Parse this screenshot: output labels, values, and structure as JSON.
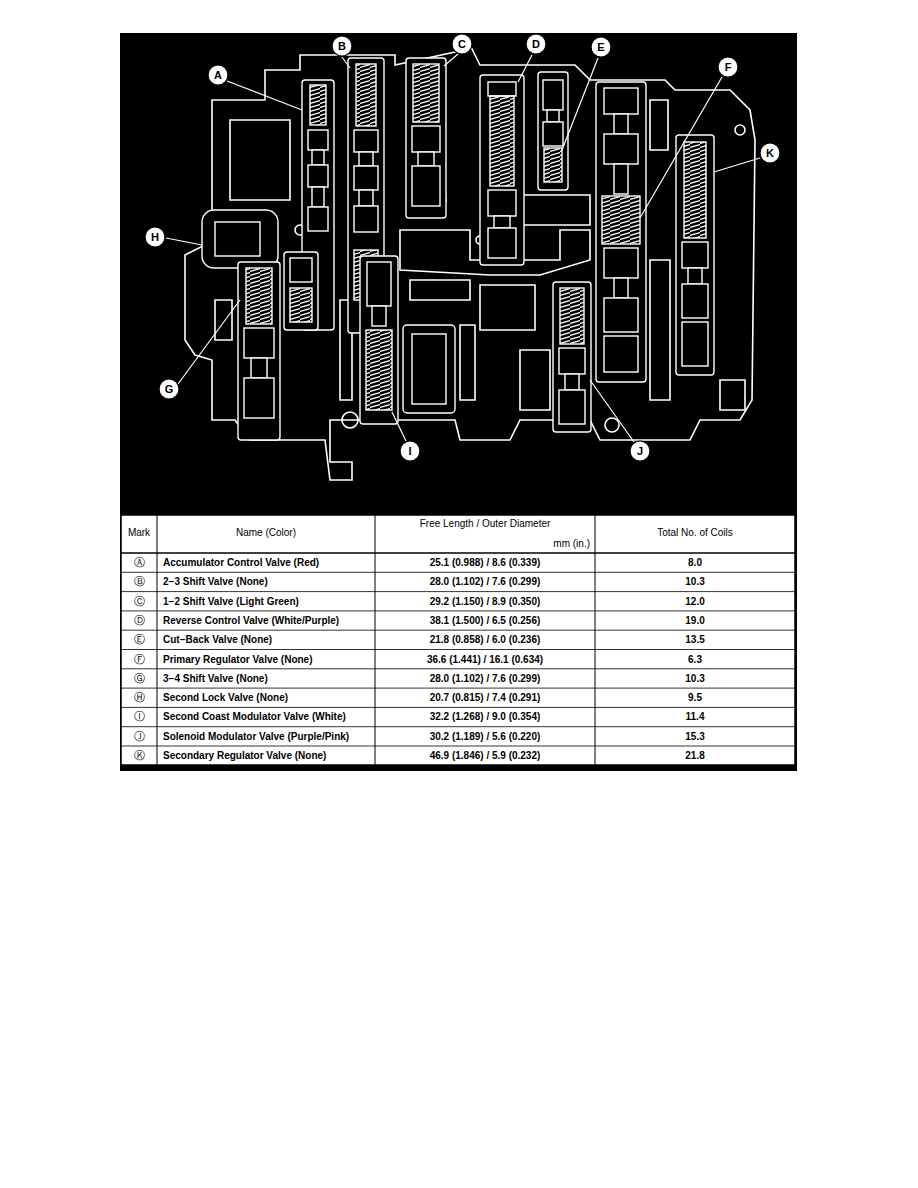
{
  "diagram": {
    "labels": [
      "B",
      "C",
      "D",
      "E",
      "A",
      "F",
      "K",
      "H",
      "G",
      "I",
      "J",
      "Mark",
      "Name (Color)",
      "Free Length / Outer Diameter",
      "mm (in.)",
      "Total No. of Coils",
      "Ⓐ",
      "Accumulator Control Valve (Red)",
      "25.1 (0.988) / 8.6 (0.339)",
      "8.0",
      "Ⓑ",
      "2−3 Shift Valve (None)",
      "28.0 (1.102) / 7.6 (0.299)",
      "10.3",
      "Ⓒ",
      "1−2 Shift Valve (Light Green)",
      "29.2 (1.150) / 8.9 (0.350)",
      "12.0",
      "Ⓓ",
      "Reverse Control Valve (White/Purple)",
      "38.1 (1.500) / 6.5 (0.256)",
      "19.0",
      "Ⓔ",
      "Cut−Back Valve (None)",
      "21.8 (0.858) / 6.0 (0.236)",
      "13.5",
      "Ⓕ",
      "Primary Regulator Valve (None)",
      "36.6 (1.441) / 16.1 (0.634)",
      "6.3",
      "Ⓖ",
      "3−4 Shift Valve (None)",
      "28.0 (1.102) / 7.6 (0.299)",
      "10.3",
      "Ⓗ",
      "Second Lock Valve (None)",
      "20.7 (0.815) / 7.4 (0.291)",
      "9.5",
      "Ⓘ",
      "Second Coast Modulator Valve (White)",
      "32.2 (1.268) / 9.0 (0.354)",
      "11.4",
      "Ⓙ",
      "Solenoid Modulator Valve (Purple/Pink)",
      "30.2 (1.189) / 5.6 (0.220)",
      "15.3",
      "Ⓚ",
      "Secondary Regulator Valve (None)",
      "46.9 (1.846) / 5.9 (0.232)",
      "21.8"
    ]
  }
}
